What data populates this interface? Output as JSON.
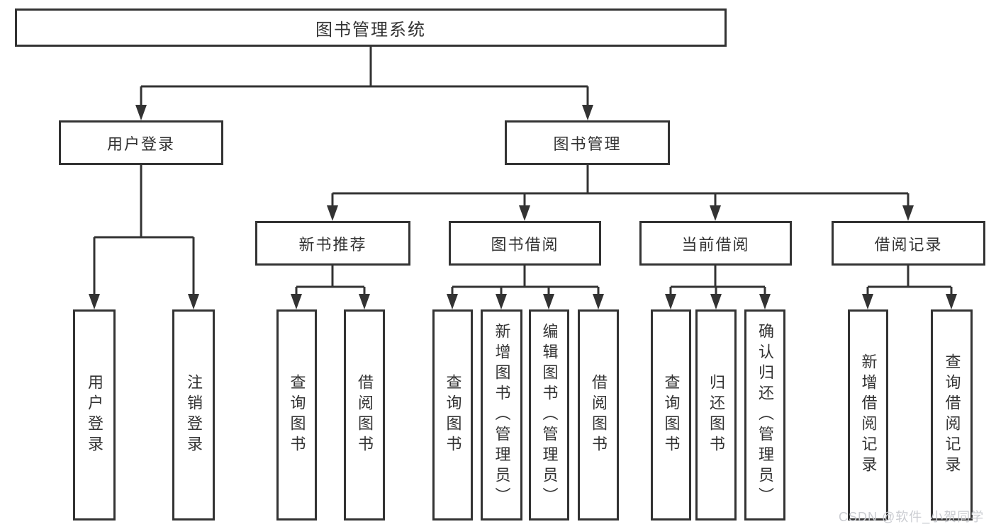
{
  "root_label": "图书管理系统",
  "level2": {
    "user_login": {
      "label": "用户登录",
      "leaves": [
        "用户登录",
        "注销登录"
      ]
    },
    "book_management": {
      "label": "图书管理",
      "sections": [
        {
          "label": "新书推荐",
          "leaves": [
            "查询图书",
            "借阅图书"
          ]
        },
        {
          "label": "图书借阅",
          "leaves": [
            "查询图书",
            "新增图书（管理员）",
            "编辑图书（管理员）",
            "借阅图书"
          ]
        },
        {
          "label": "当前借阅",
          "leaves": [
            "查询图书",
            "归还图书",
            "确认归还（管理员）"
          ]
        },
        {
          "label": "借阅记录",
          "leaves": [
            "新增借阅记录",
            "查询借阅记录"
          ]
        }
      ]
    }
  },
  "watermark": "CSDN @软件_小贺同学",
  "colors": {
    "line": "#333333",
    "text": "#333333",
    "box_bg": "#ffffff",
    "watermark": "#caccd1"
  }
}
